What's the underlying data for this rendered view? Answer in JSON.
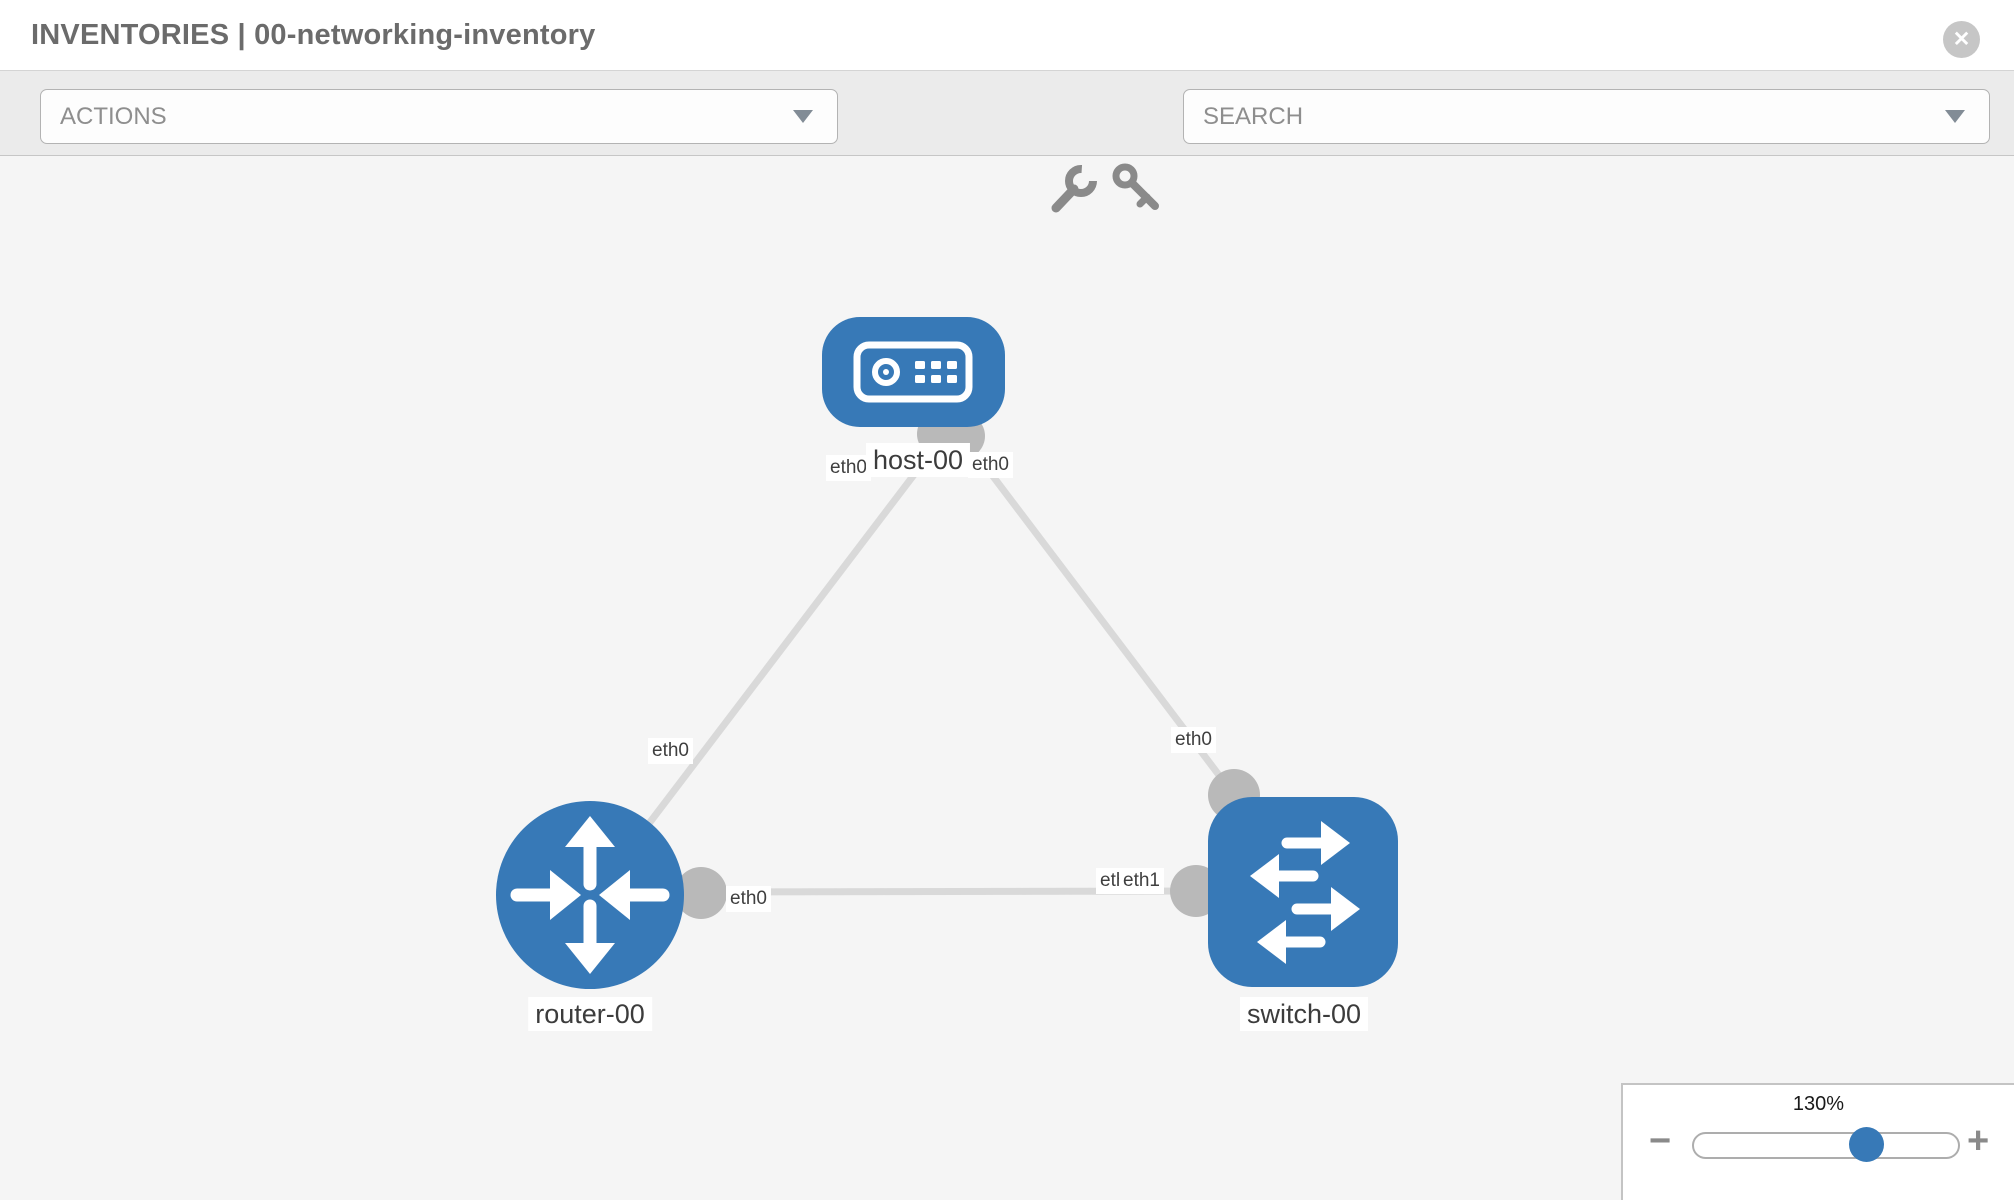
{
  "header": {
    "title": "INVENTORIES | 00-networking-inventory",
    "close_glyph": "✕"
  },
  "toolbar": {
    "actions_placeholder": "ACTIONS",
    "search_placeholder": "SEARCH",
    "tool_icons": [
      "wrench",
      "key"
    ]
  },
  "topology": {
    "nodes": [
      {
        "label": "host-00",
        "type": "host",
        "shape": "rounded-rect"
      },
      {
        "label": "router-00",
        "type": "router",
        "shape": "circle"
      },
      {
        "label": "switch-00",
        "type": "switch",
        "shape": "rounded-square"
      }
    ],
    "links": [
      {
        "from": "host-00",
        "to": "router-00",
        "from_if": "eth0",
        "to_if": "eth0"
      },
      {
        "from": "host-00",
        "to": "switch-00",
        "from_if": "eth0",
        "to_if": "eth0"
      },
      {
        "from": "router-00",
        "to": "switch-00",
        "from_if": "eth0",
        "to_if": "eth1",
        "to_if_overlapped": "eth0"
      }
    ]
  },
  "zoom_control": {
    "level": "130%",
    "zoom_out_glyph": "−",
    "zoom_in_glyph": "+",
    "thumb_position_pct": 65
  },
  "colors": {
    "node_blue": "#3779b7",
    "link_gray": "#d9d9d9",
    "endpoint_gray": "#b9b9b9",
    "canvas_bg": "#f5f5f5",
    "toolbar_bg": "#ebebeb"
  }
}
